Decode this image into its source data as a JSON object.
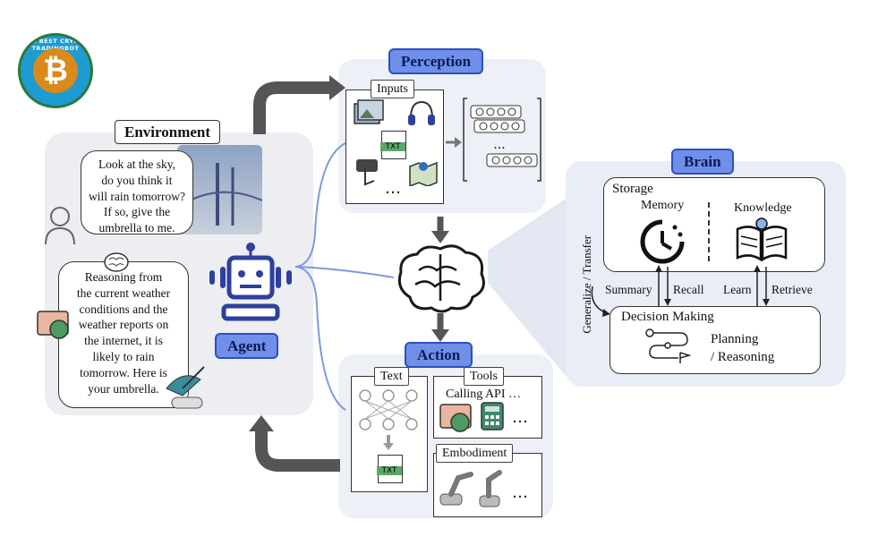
{
  "logo": {
    "text": "THE BEST CRYPTO TRADINGBOT",
    "glyph": "₿"
  },
  "environment": {
    "title": "Environment",
    "human_bubble": [
      "Look at the sky,",
      "do you think it",
      "will rain tomorrow?",
      "If so, give the",
      "umbrella to me."
    ],
    "agent_bubble": [
      "Reasoning from",
      "the current weather",
      "conditions and the",
      "weather reports on",
      "the internet, it is",
      "likely to rain",
      "tomorrow. Here is",
      "your umbrella."
    ]
  },
  "agent": {
    "label": "Agent"
  },
  "perception": {
    "title": "Perception",
    "inputs_label": "Inputs",
    "txt_label": "TXT",
    "ellipsis": "…"
  },
  "brain": {
    "title": "Brain",
    "storage_label": "Storage",
    "memory_label": "Memory",
    "knowledge_label": "Knowledge",
    "summary_label": "Summary",
    "recall_label": "Recall",
    "learn_label": "Learn",
    "retrieve_label": "Retrieve",
    "generalize_label": "Generalize / Transfer",
    "decision_label": "Decision Making",
    "planning_label": "Planning",
    "reasoning_label": "/ Reasoning"
  },
  "action": {
    "title": "Action",
    "text_label": "Text",
    "tools_label": "Tools",
    "calling_api": "Calling API …",
    "embodiment_label": "Embodiment",
    "txt_label": "TXT",
    "ellipsis": "…"
  },
  "colors": {
    "accent_blue": "#6f8fe8",
    "panel_bg": "#edf0f6",
    "agent_robot": "#2f3f9e",
    "arrow_gray": "#4a4a4a"
  }
}
